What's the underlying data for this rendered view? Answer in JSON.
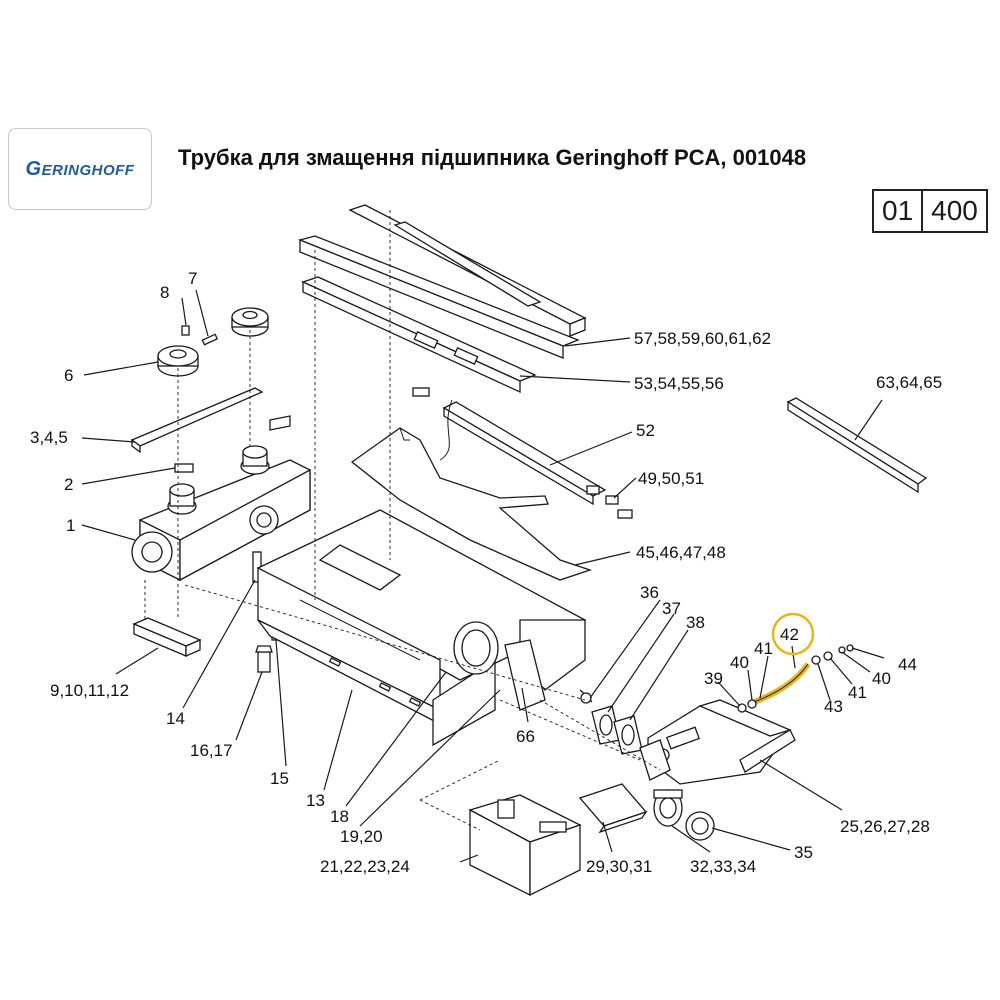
{
  "logo": {
    "text_first": "G",
    "text_rest": "ERINGHOFF"
  },
  "title": "Трубка для змащення підшипника Geringhoff PCA, 001048",
  "page_code": {
    "section": "01",
    "page": "400"
  },
  "highlight_color": "#e8b51a",
  "callouts": {
    "c_57": "57,58,59,60,61,62",
    "c_53": "53,54,55,56",
    "c_63": "63,64,65",
    "c_52": "52",
    "c_49": "49,50,51",
    "c_45": "45,46,47,48",
    "c_8": "8",
    "c_7": "7",
    "c_6": "6",
    "c_345": "3,4,5",
    "c_2": "2",
    "c_1": "1",
    "c_9": "9,10,11,12",
    "c_14": "14",
    "c_16": "16,17",
    "c_15": "15",
    "c_13": "13",
    "c_18": "18",
    "c_19": "19,20",
    "c_21": "21,22,23,24",
    "c_66": "66",
    "c_36": "36",
    "c_37": "37",
    "c_38": "38",
    "c_39": "39",
    "c_40a": "40",
    "c_41a": "41",
    "c_42": "42",
    "c_44": "44",
    "c_40b": "40",
    "c_41b": "41",
    "c_43": "43",
    "c_25": "25,26,27,28",
    "c_29": "29,30,31",
    "c_32": "32,33,34",
    "c_35": "35"
  }
}
